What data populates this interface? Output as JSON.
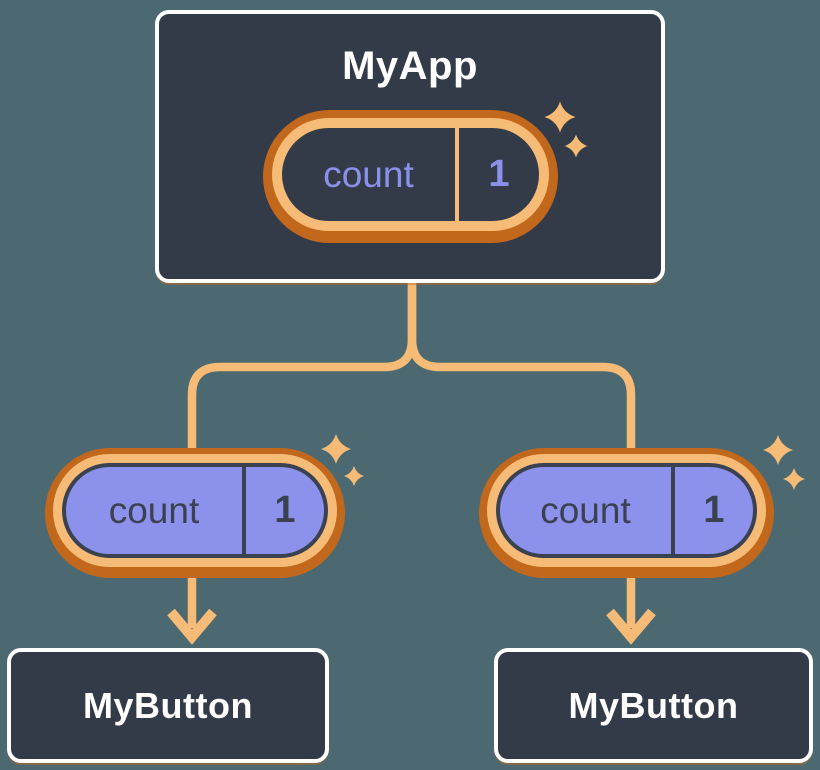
{
  "palette": {
    "background": "#4C6972",
    "card_dark": "#343B48",
    "card_border": "#FFFFFF",
    "orange_light": "#F6BB76",
    "orange_dark": "#C2681C",
    "purple": "#8C92EC",
    "purple_text": "#8B91EA",
    "ink_dark": "#3A4150",
    "title_text": "#FFFFFF"
  },
  "parent": {
    "title": "MyApp",
    "state_pill": {
      "name": "count",
      "value": "1"
    }
  },
  "children": [
    {
      "title": "MyButton",
      "prop_pill": {
        "name": "count",
        "value": "1"
      }
    },
    {
      "title": "MyButton",
      "prop_pill": {
        "name": "count",
        "value": "1"
      }
    }
  ],
  "icons": {
    "sparkle": "four-point star ✦",
    "arrow_down": "↓ chevron arrowhead"
  }
}
